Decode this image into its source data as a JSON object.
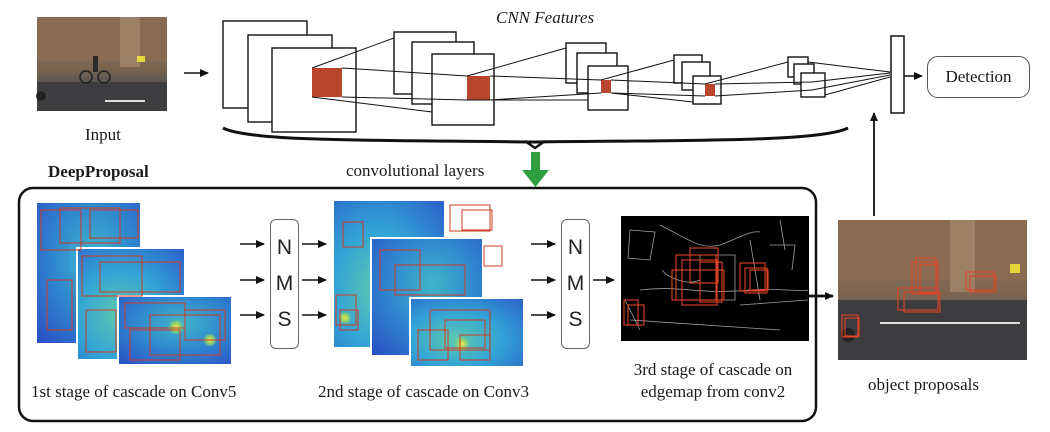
{
  "title": "CNN Features",
  "labels": {
    "input": "Input",
    "detection": "Detection",
    "conv_layers": "convolutional layers",
    "deepproposal": "DeepProposal",
    "stage1": "1st stage of cascade on Conv5",
    "stage2": "2nd stage of cascade on Conv3",
    "stage3_line1": "3rd stage of cascade on",
    "stage3_line2": "edgemap from conv2",
    "object_proposals": "object proposals"
  },
  "nms": [
    "N",
    "M",
    "S"
  ],
  "colors": {
    "feature_patch": "#b8452e",
    "proposal_box": "#d23b26",
    "arrow_green": "#2e9e3e",
    "frame": "#111111"
  }
}
